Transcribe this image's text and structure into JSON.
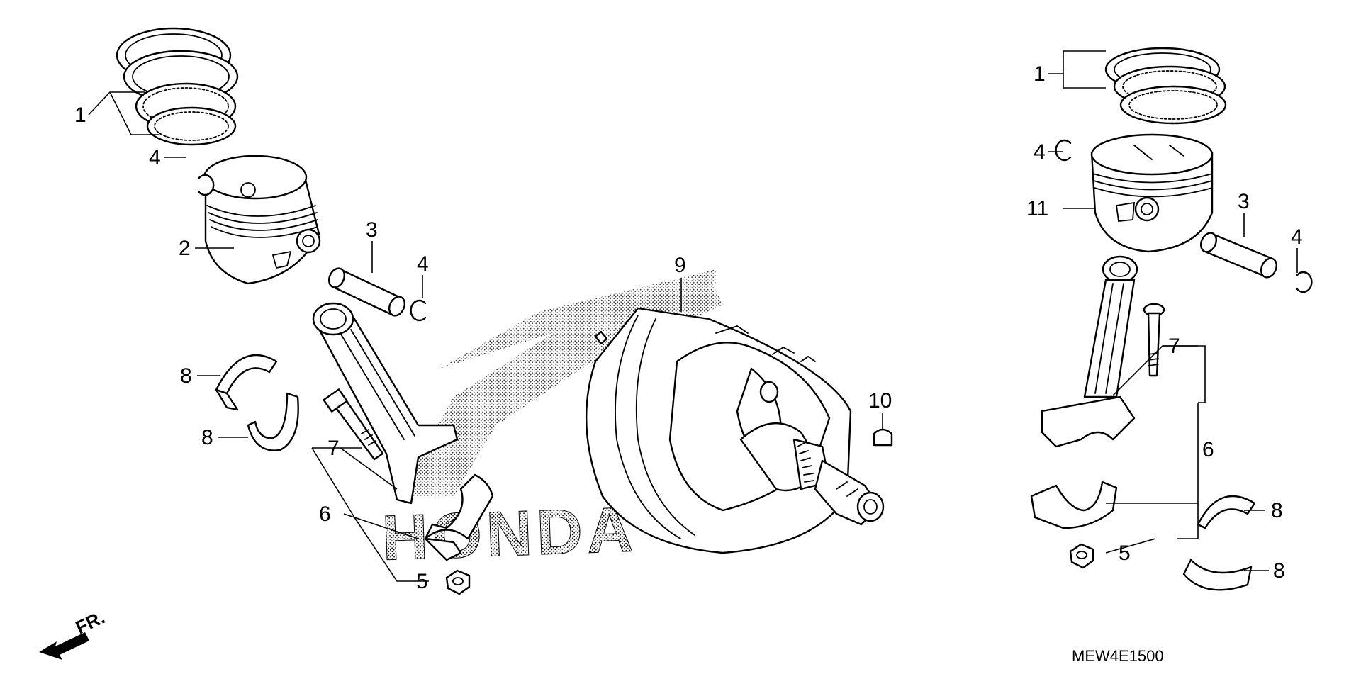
{
  "diagram": {
    "code": "MEW4E1500",
    "direction_label": "FR.",
    "watermark_icon": "honda-wing-logo",
    "watermark_text": "HONDA",
    "callouts": {
      "left_1": "1",
      "left_2": "2",
      "left_3": "3",
      "left_4a": "4",
      "left_4b": "4",
      "left_5": "5",
      "left_6": "6",
      "left_7": "7",
      "left_8a": "8",
      "left_8b": "8",
      "center_9": "9",
      "center_10": "10",
      "right_1": "1",
      "right_3": "3",
      "right_4a": "4",
      "right_4b": "4",
      "right_5": "5",
      "right_6": "6",
      "right_7": "7",
      "right_8a": "8",
      "right_8b": "8",
      "right_11": "11"
    }
  }
}
